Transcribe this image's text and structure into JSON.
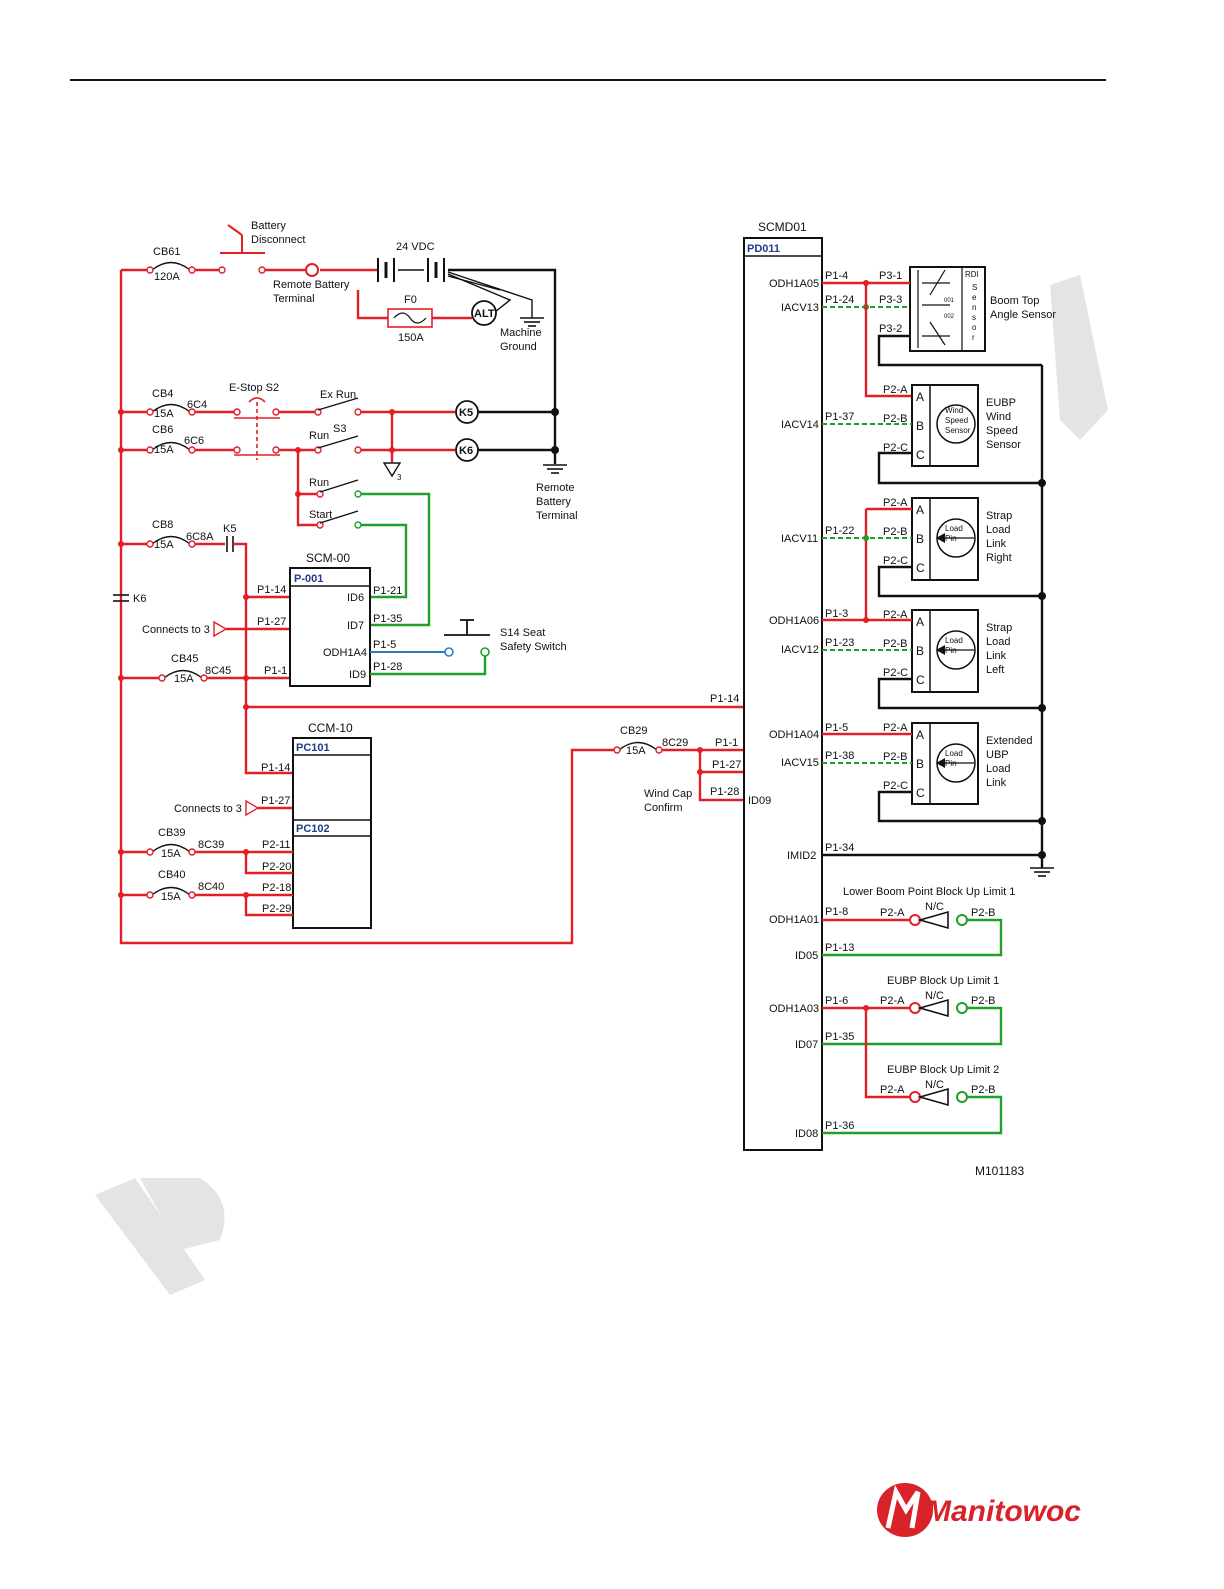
{
  "doc": {
    "figure_id": "M101183",
    "logo_text": "Manitowoc",
    "watermark_text": "Re"
  },
  "top": {
    "battery_disconnect": "Battery\nDisconnect",
    "cb61": "CB61",
    "cb61_rating": "120A",
    "remote_battery_terminal": "Remote Battery\nTerminal",
    "vdc": "24 VDC",
    "fuse": "F0",
    "fuse_rating": "150A",
    "alt": "ALT",
    "machine_ground": "Machine\nGround"
  },
  "left": {
    "cb4": "CB4",
    "cb4_rating": "15A",
    "w6c4": "6C4",
    "cb6": "CB6",
    "cb6_rating": "15A",
    "w6c6": "6C6",
    "estop": "E-Stop S2",
    "ex_run": "Ex Run",
    "run_s3": "Run",
    "s3": "S3",
    "k5": "K5",
    "k6": "K6",
    "gnd3": "3",
    "remote_battery_terminal2": "Remote\nBattery\nTerminal",
    "run2": "Run",
    "start": "Start",
    "cb8": "CB8",
    "cb8_rating": "15A",
    "w6c8a": "6C8A",
    "k5c": "K5",
    "k6c": "K6",
    "connects_to_3a": "Connects to 3",
    "cb45": "CB45",
    "cb45_rating": "15A",
    "w8c45": "8C45",
    "connects_to_3b": "Connects to 3",
    "cb39": "CB39",
    "cb39_rating": "15A",
    "w8c39": "8C39",
    "cb40": "CB40",
    "cb40_rating": "15A",
    "w8c40": "8C40"
  },
  "scm": {
    "title": "SCM-00",
    "conn": "P-001",
    "pins_left": [
      "P1-14",
      "P1-27",
      "P1-1"
    ],
    "pins_right": [
      "P1-21",
      "P1-35",
      "P1-5",
      "P1-28"
    ],
    "ports": [
      "ID6",
      "ID7",
      "ODH1A4",
      "ID9"
    ],
    "s14": "S14 Seat\nSafety Switch"
  },
  "ccm": {
    "title": "CCM-10",
    "conn1": "PC101",
    "conn2": "PC102",
    "pins": [
      "P1-14",
      "P1-27",
      "P2-11",
      "P2-20",
      "P2-18",
      "P2-29"
    ]
  },
  "mid": {
    "bus_pin": "P1-14",
    "cb29": "CB29",
    "cb29_rating": "15A",
    "w8c29": "8C29",
    "p1_1": "P1-1",
    "p1_27": "P1-27",
    "p1_28": "P1-28",
    "wind_cap": "Wind Cap\nConfirm",
    "id09": "ID09"
  },
  "scmd": {
    "title": "SCMD01",
    "conn": "PD011",
    "ports": [
      "ODH1A05",
      "IACV13",
      "IACV14",
      "IACV11",
      "ODH1A06",
      "IACV12",
      "ODH1A04",
      "IACV15",
      "IMID2",
      "ODH1A01",
      "ID05",
      "ODH1A03",
      "ID07",
      "ID08"
    ],
    "pins": [
      "P1-4",
      "P1-24",
      "P1-37",
      "P1-22",
      "P1-3",
      "P1-23",
      "P1-5",
      "P1-38",
      "P1-34",
      "P1-8",
      "P1-13",
      "P1-6",
      "P1-35",
      "P1-36"
    ]
  },
  "sensors": {
    "rdi_pins": [
      "P3-1",
      "P3-3",
      "P3-2"
    ],
    "rdi_label": "RDI",
    "rdi_vertical": "Sensor",
    "rdi_o1": "001",
    "rdi_o2": "002",
    "boom_top": "Boom Top\nAngle Sensor",
    "abc": [
      "A",
      "B",
      "C"
    ],
    "conn_pins": [
      "P2-A",
      "P2-B",
      "P2-C"
    ],
    "wind_inner": "Wind\nSpeed\nSensor",
    "load_inner": "Load\nPin",
    "s1": "EUBP\nWind\nSpeed\nSensor",
    "s2": "Strap\nLoad\nLink\nRight",
    "s3": "Strap\nLoad\nLink\nLeft",
    "s4": "Extended\nUBP\nLoad\nLink"
  },
  "limits": {
    "l1": "Lower Boom Point Block Up Limit 1",
    "l2": "EUBP Block Up Limit 1",
    "l3": "EUBP Block Up Limit 2",
    "nc": "N/C",
    "pa": "P2-A",
    "pb": "P2-B"
  }
}
